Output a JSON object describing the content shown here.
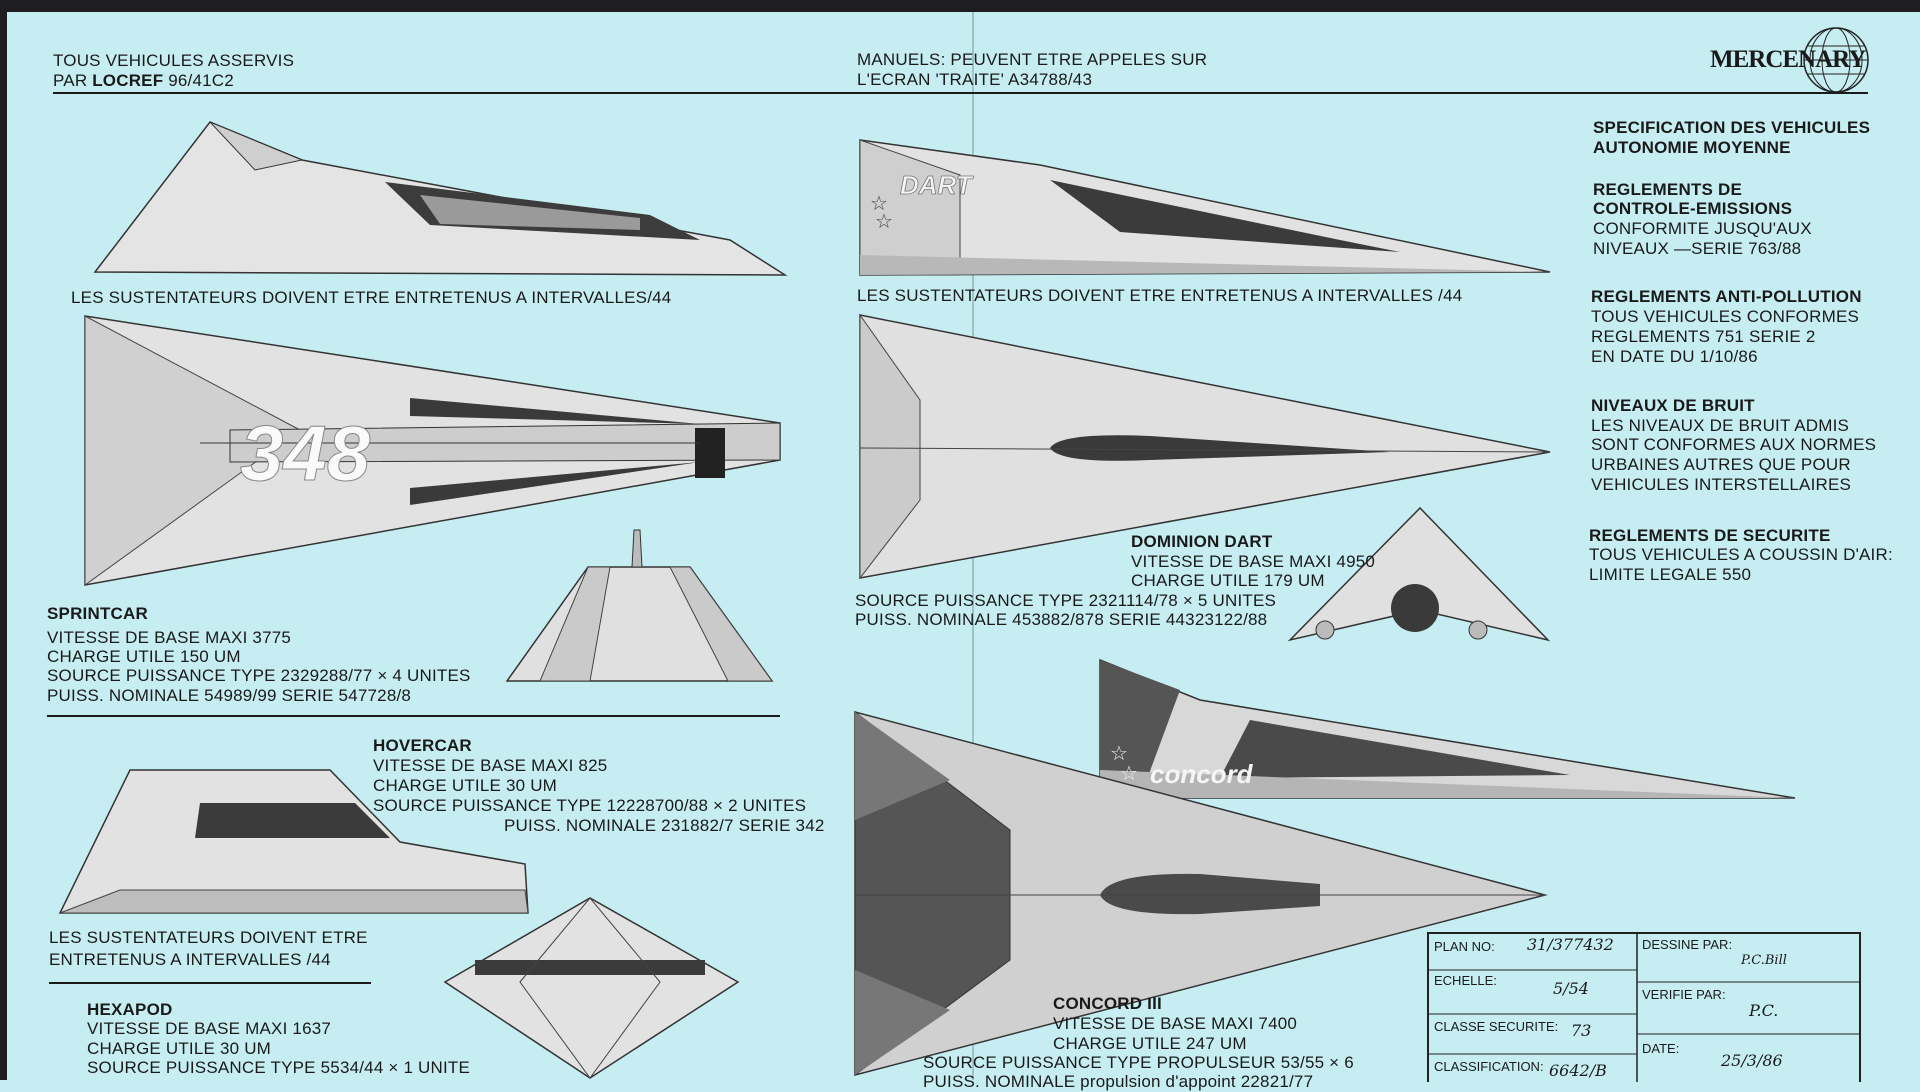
{
  "header": {
    "left_line1": "TOUS VEHICULES ASSERVIS",
    "left_line2_prefix": "PAR ",
    "left_line2_bold": "LOCREF",
    "left_line2_suffix": " 96/41C2",
    "center_line1": "MANUELS: PEUVENT ETRE APPELES SUR",
    "center_line2": "L'ECRAN 'TRAITE' A34788/43",
    "logo_text": "MERCENARY"
  },
  "captions": {
    "top_left": "LES SUSTENTATEURS DOIVENT ETRE ENTRETENUS A INTERVALLES/44",
    "top_right": "LES SUSTENTATEURS DOIVENT ETRE ENTRETENUS A INTERVALLES /44",
    "hover_line1": "LES SUSTENTATEURS DOIVENT ETRE",
    "hover_line2": "ENTRETENUS A INTERVALLES /44"
  },
  "vehicle_markings": {
    "dart": "DART",
    "sprint": "348",
    "concord": "concord"
  },
  "vehicles": {
    "sprintcar": {
      "name": "SPRINTCAR",
      "line1": "VITESSE DE BASE MAXI 3775",
      "line2": "CHARGE UTILE 150 UM",
      "line3": "SOURCE PUISSANCE TYPE 2329288/77 × 4 UNITES",
      "line4": "PUISS. NOMINALE 54989/99 SERIE 547728/8"
    },
    "dominion_dart": {
      "name": "DOMINION DART",
      "line1": "VITESSE DE BASE MAXI 4950",
      "line2": "CHARGE UTILE 179 UM",
      "line3": "SOURCE PUISSANCE TYPE 2321114/78 × 5 UNITES",
      "line4": "PUISS. NOMINALE 453882/878 SERIE 44323122/88"
    },
    "hovercar": {
      "name": "HOVERCAR",
      "line1": "VITESSE DE BASE MAXI 825",
      "line2": "CHARGE UTILE 30 UM",
      "line3": "SOURCE PUISSANCE TYPE 12228700/88  × 2 UNITES",
      "line4": "PUISS. NOMINALE 231882/7 SERIE 342"
    },
    "hexapod": {
      "name": "HEXAPOD",
      "line1": "VITESSE DE BASE MAXI 1637",
      "line2": "CHARGE UTILE 30 UM",
      "line3": "SOURCE PUISSANCE TYPE 5534/44 × 1 UNITE"
    },
    "concord": {
      "name": "CONCORD III",
      "line1": "VITESSE DE BASE MAXI 7400",
      "line2": "CHARGE UTILE 247 UM",
      "line3": "SOURCE PUISSANCE TYPE PROPULSEUR 53/55 × 6",
      "line4": "PUISS. NOMINALE propulsion d'appoint 22821/77"
    }
  },
  "specs": {
    "title1": "SPECIFICATION DES VEHICULES",
    "title2": "AUTONOMIE MOYENNE",
    "s1_h1": "REGLEMENTS DE",
    "s1_h2": "CONTROLE-EMISSIONS",
    "s1_l1": "CONFORMITE JUSQU'AUX",
    "s1_l2": "NIVEAUX —SERIE 763/88",
    "s2_h": "REGLEMENTS ANTI-POLLUTION",
    "s2_l1": "TOUS VEHICULES CONFORMES",
    "s2_l2": "REGLEMENTS 751 SERIE 2",
    "s2_l3": "EN DATE DU 1/10/86",
    "s3_h": "NIVEAUX DE BRUIT",
    "s3_l1": "LES NIVEAUX DE BRUIT ADMIS",
    "s3_l2": "SONT CONFORMES AUX NORMES",
    "s3_l3": "URBAINES AUTRES QUE POUR",
    "s3_l4": "VEHICULES INTERSTELLAIRES",
    "s4_h": "REGLEMENTS DE SECURITE",
    "s4_l1": "TOUS VEHICULES A COUSSIN D'AIR:",
    "s4_l2": "LIMITE LEGALE 550"
  },
  "titleblock": {
    "plan_label": "PLAN NO:",
    "plan_value": "31/377432",
    "echelle_label": "ECHELLE:",
    "echelle_value": "5/54",
    "classe_label": "CLASSE SECURITE:",
    "classe_value": "73",
    "classif_label": "CLASSIFICATION:",
    "classif_value": "6642/B",
    "dessine_label": "DESSINE PAR:",
    "dessine_value": "P.C.Bill",
    "verifie_label": "VERIFIE PAR:",
    "verifie_value": "P.C.",
    "date_label": "DATE:",
    "date_value": "25/3/86"
  },
  "colors": {
    "background": "#c6eef2",
    "ink": "#1a1a1a",
    "hull_light": "#e8e8e8",
    "hull_mid": "#bdbdbd",
    "hull_dark": "#4a4a4a"
  }
}
